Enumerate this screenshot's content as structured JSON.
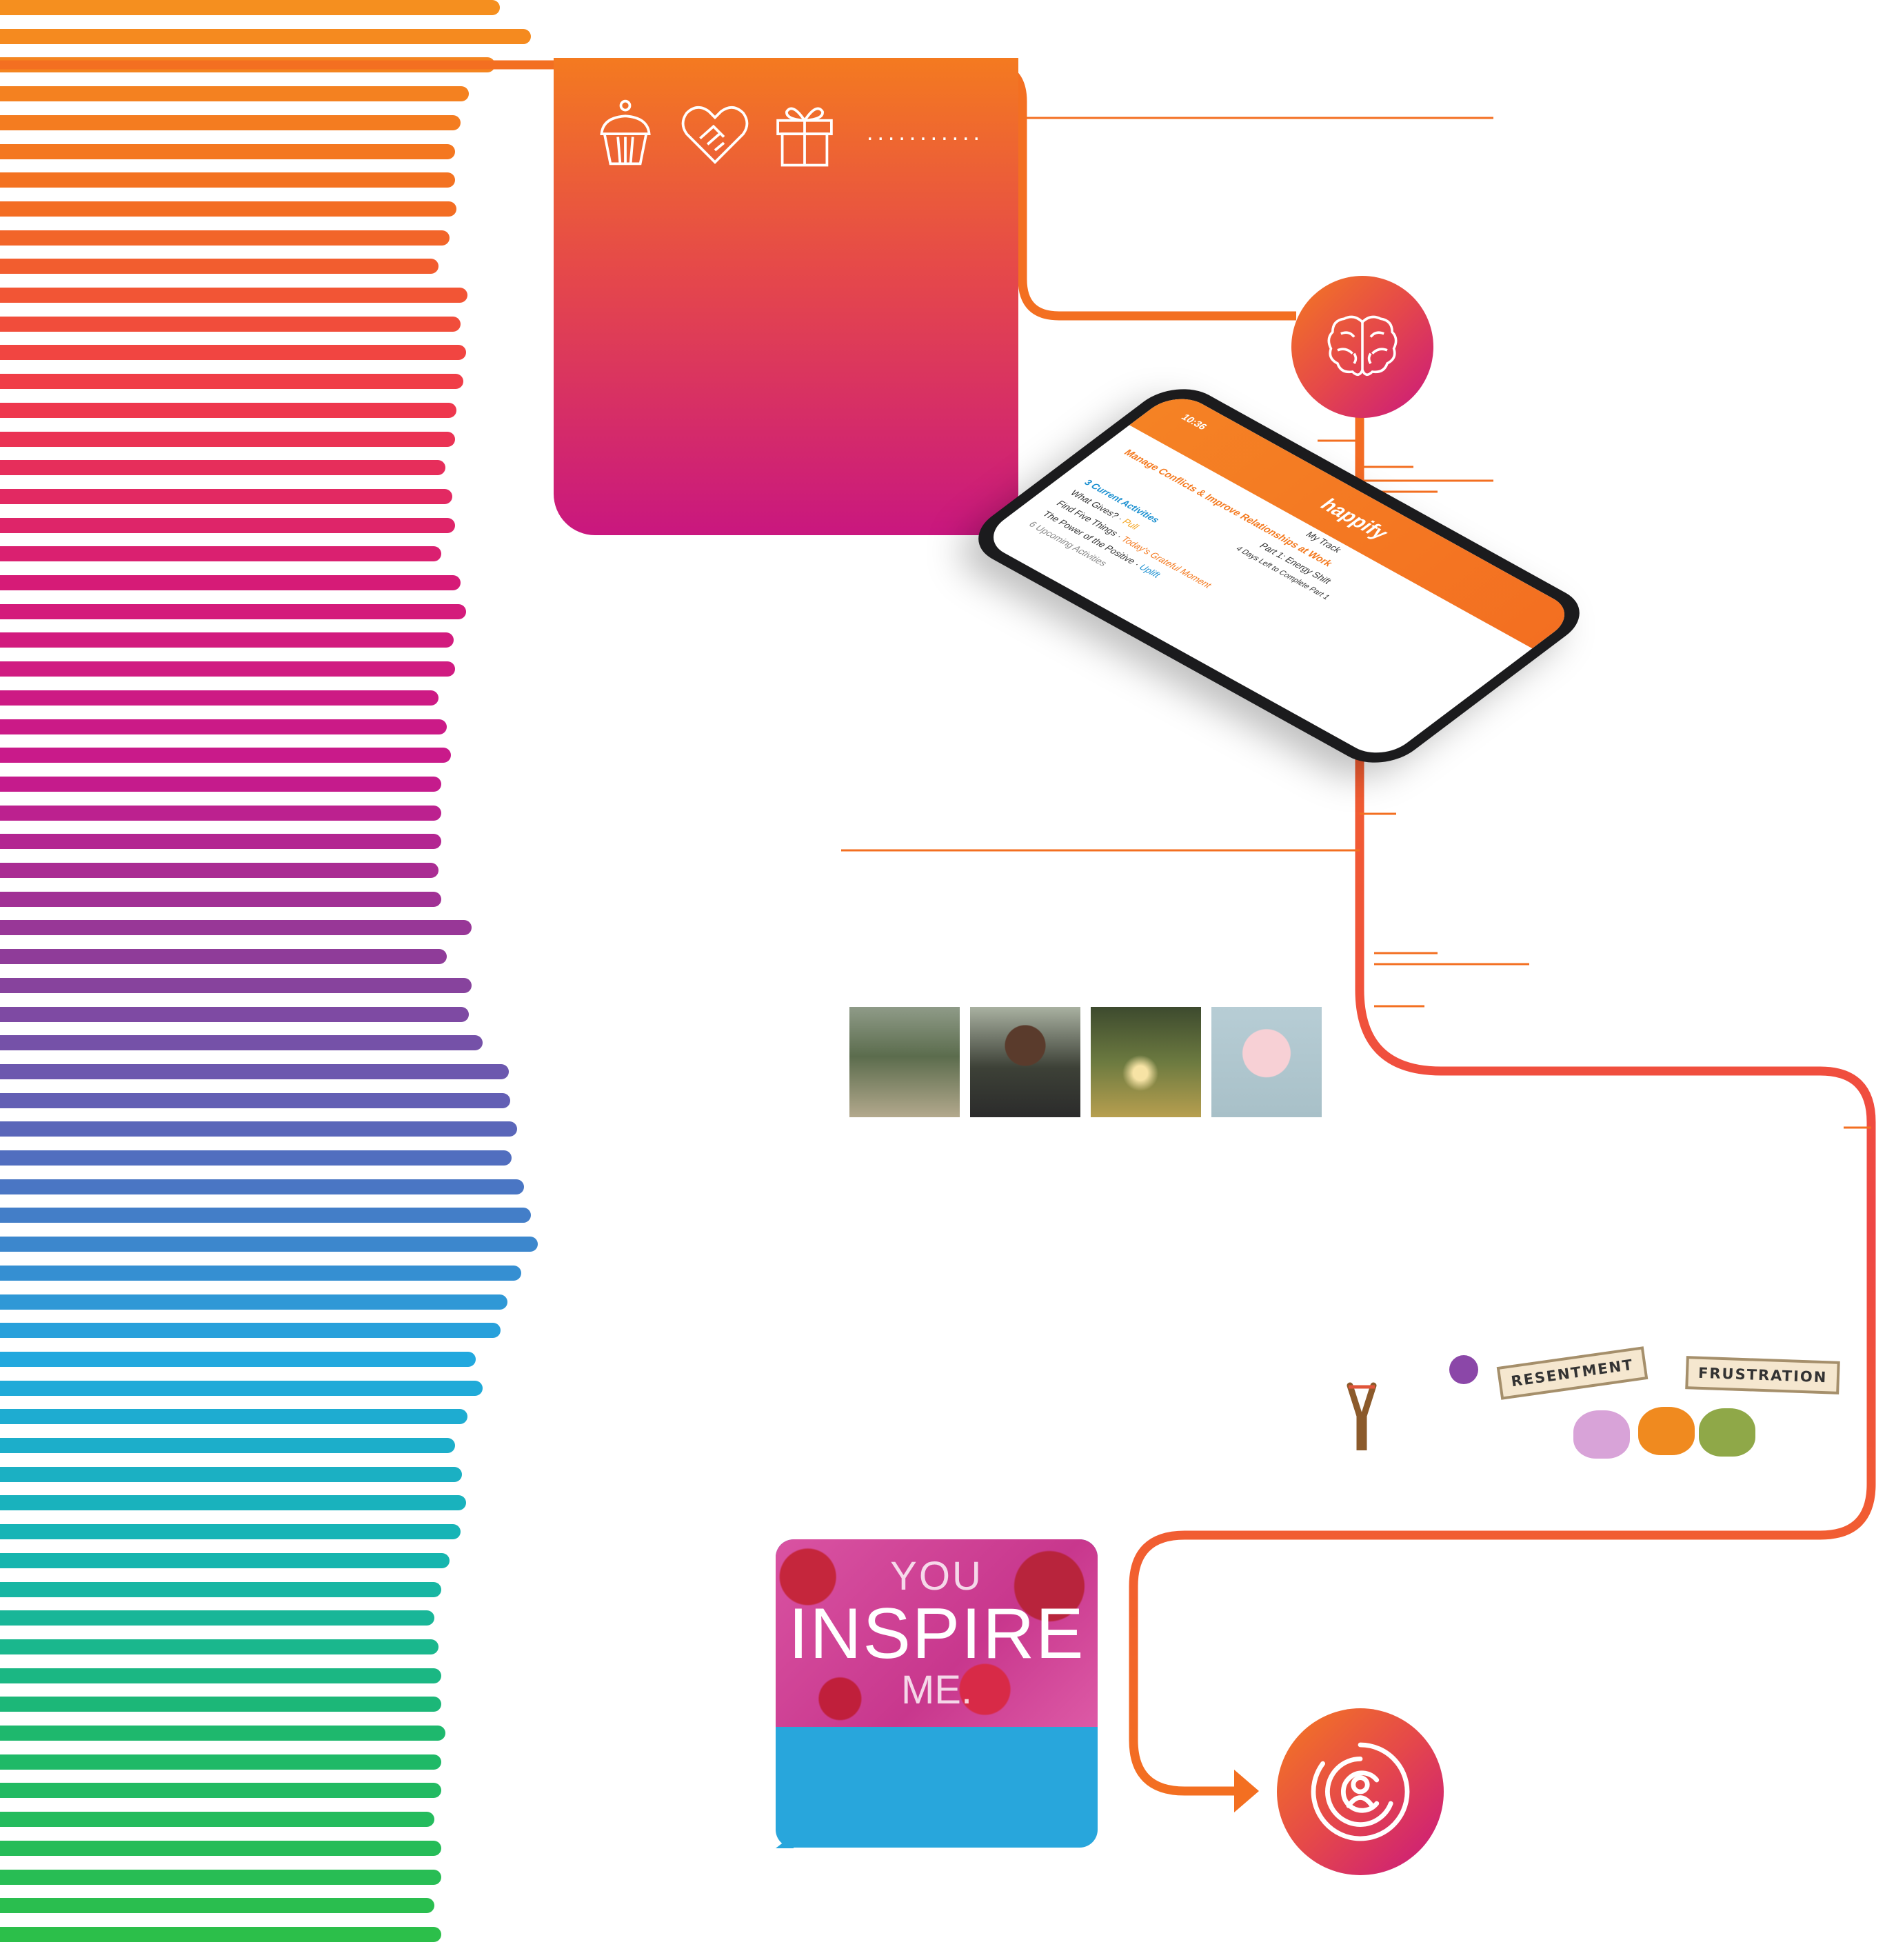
{
  "page": {
    "background": "#ffffff",
    "stripe_gradient": [
      "#f58f1f",
      "#f36f21",
      "#f03a49",
      "#d61b78",
      "#c71a8c",
      "#8b3f9a",
      "#4f6fc0",
      "#22a8df",
      "#16b5b2",
      "#1eb86a",
      "#2cbf4a"
    ],
    "flow_line_color": "#f36f21"
  },
  "top_card": {
    "icons": [
      "cupcake-icon",
      "handshake-heart-icon",
      "gift-icon"
    ],
    "dots": "..........."
  },
  "brain_badge": {
    "icon": "brain-icon"
  },
  "phone": {
    "status_time": "10:36",
    "app_name": "happify",
    "track_label": "My Track",
    "track_title": "Manage Conflicts & Improve Relationships at Work",
    "part_label": "Part 1: Energy Shift",
    "days_label": "4 Days Left to Complete Part 1",
    "current_activities": "3 Current Activities",
    "activities": [
      {
        "title": "What Gives?",
        "tag": "Pull"
      },
      {
        "title": "Find Five Things",
        "tag": "Today's Grateful Moment"
      },
      {
        "title": "The Power of the Positive",
        "tag": "Uplift"
      }
    ],
    "upcoming": "6 Upcoming Activities"
  },
  "photos": [
    "street-photo",
    "child-photo",
    "park-sunset-photo",
    "pink-flower-photo"
  ],
  "characters": {
    "sign_1": "RESENTMENT",
    "sign_2": "FRUSTRATION",
    "items": [
      "slingshot-icon",
      "cupcake-badge-icon"
    ]
  },
  "inspire_card": {
    "line_1": "YOU",
    "line_2": "INSPIRE",
    "line_3": "ME."
  },
  "end_badge": {
    "icon": "user-target-icon"
  }
}
